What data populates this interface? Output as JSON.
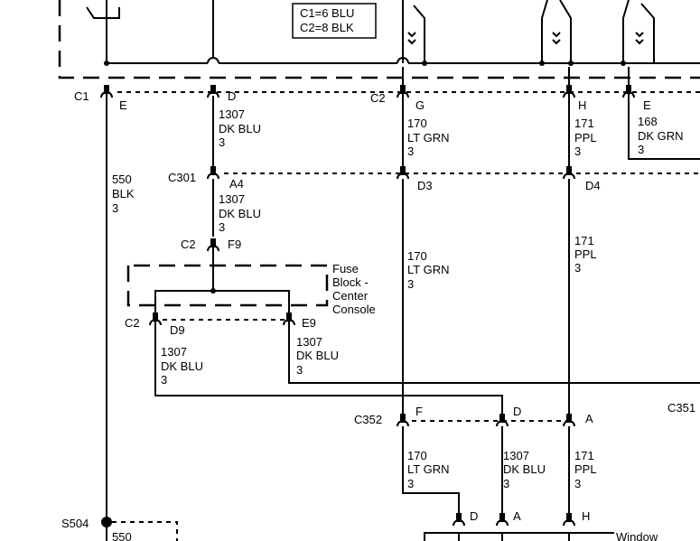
{
  "legend": {
    "line1": "C1=6 BLU",
    "line2": "C2=8 BLK"
  },
  "connectors": [
    {
      "id": "c1",
      "name": "C1",
      "pin": "E"
    },
    {
      "id": "c1d",
      "name": "",
      "pin": "D"
    },
    {
      "id": "c2g",
      "name": "C2",
      "pin": "G"
    },
    {
      "id": "c2h",
      "name": "",
      "pin": "H"
    },
    {
      "id": "c2e",
      "name": "",
      "pin": "E"
    },
    {
      "id": "c301a4",
      "name": "C301",
      "pin": "A4"
    },
    {
      "id": "c301d3",
      "name": "",
      "pin": "D3"
    },
    {
      "id": "c301d4",
      "name": "",
      "pin": "D4"
    },
    {
      "id": "c2f9",
      "name": "C2",
      "pin": "F9"
    },
    {
      "id": "c2d9",
      "name": "C2",
      "pin": "D9"
    },
    {
      "id": "c2e9",
      "name": "",
      "pin": "E9"
    },
    {
      "id": "c352f",
      "name": "C352",
      "pin": "F"
    },
    {
      "id": "c352d",
      "name": "",
      "pin": "D"
    },
    {
      "id": "c352a",
      "name": "",
      "pin": "A"
    },
    {
      "id": "lowd",
      "name": "",
      "pin": "D"
    },
    {
      "id": "lowa",
      "name": "",
      "pin": "A"
    },
    {
      "id": "lowh",
      "name": "",
      "pin": "H"
    }
  ],
  "wires": [
    {
      "id": "w550",
      "circuit": "550",
      "color": "BLK",
      "size": "3"
    },
    {
      "id": "w1307a",
      "circuit": "1307",
      "color": "DK BLU",
      "size": "3"
    },
    {
      "id": "w170a",
      "circuit": "170",
      "color": "LT GRN",
      "size": "3"
    },
    {
      "id": "w171a",
      "circuit": "171",
      "color": "PPL",
      "size": "3"
    },
    {
      "id": "w168",
      "circuit": "168",
      "color": "DK GRN",
      "size": "3"
    },
    {
      "id": "w1307b",
      "circuit": "1307",
      "color": "DK BLU",
      "size": "3"
    },
    {
      "id": "w170b",
      "circuit": "170",
      "color": "LT GRN",
      "size": "3"
    },
    {
      "id": "w171b",
      "circuit": "171",
      "color": "PPL",
      "size": "3"
    },
    {
      "id": "w1307c",
      "circuit": "1307",
      "color": "DK BLU",
      "size": "3"
    },
    {
      "id": "w1307d",
      "circuit": "1307",
      "color": "DK BLU",
      "size": "3"
    },
    {
      "id": "w170c",
      "circuit": "170",
      "color": "LT GRN",
      "size": "3"
    },
    {
      "id": "w1307e",
      "circuit": "1307",
      "color": "DK BLU",
      "size": "3"
    },
    {
      "id": "w171c",
      "circuit": "171",
      "color": "PPL",
      "size": "3"
    }
  ],
  "fuse_block": {
    "line1": "Fuse",
    "line2": "Block -",
    "line3": "Center",
    "line4": "Console"
  },
  "c351_label": "C351",
  "splice": {
    "label": "S504",
    "wire_partial": "550"
  },
  "window_partial": "Window"
}
